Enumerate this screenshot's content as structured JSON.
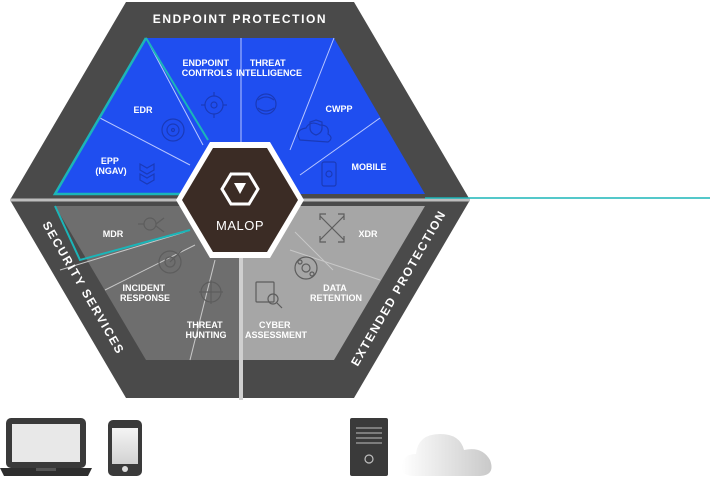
{
  "ring": {
    "top": "ENDPOINT PROTECTION",
    "left": "SECURITY SERVICES",
    "right": "EXTENDED PROTECTION"
  },
  "center": {
    "label": "MALOP"
  },
  "segments": {
    "endpoint_controls": [
      "ENDPOINT",
      "CONTROLS"
    ],
    "threat_intelligence": [
      "THREAT",
      "INTELLIGENCE"
    ],
    "cwpp": [
      "CWPP"
    ],
    "mobile": [
      "MOBILE"
    ],
    "edr": [
      "EDR"
    ],
    "epp": [
      "EPP",
      "(NGAV)"
    ],
    "mdr": [
      "MDR"
    ],
    "incident_response": [
      "INCIDENT",
      "RESPONSE"
    ],
    "threat_hunting": [
      "THREAT",
      "HUNTING"
    ],
    "cyber_assessment": [
      "CYBER",
      "ASSESSMENT"
    ],
    "data_retention": [
      "DATA",
      "RETENTION"
    ],
    "xdr": [
      "XDR"
    ]
  },
  "colors": {
    "frame": "#4a4a4a",
    "blue": "#1f4ef0",
    "grey_dark": "#6e6e6e",
    "grey_light": "#a6a6a6",
    "teal": "#1bb5b8",
    "center": "#3b2c25"
  },
  "devices": [
    "laptop-icon",
    "phone-icon",
    "server-icon",
    "cloud-icon"
  ]
}
